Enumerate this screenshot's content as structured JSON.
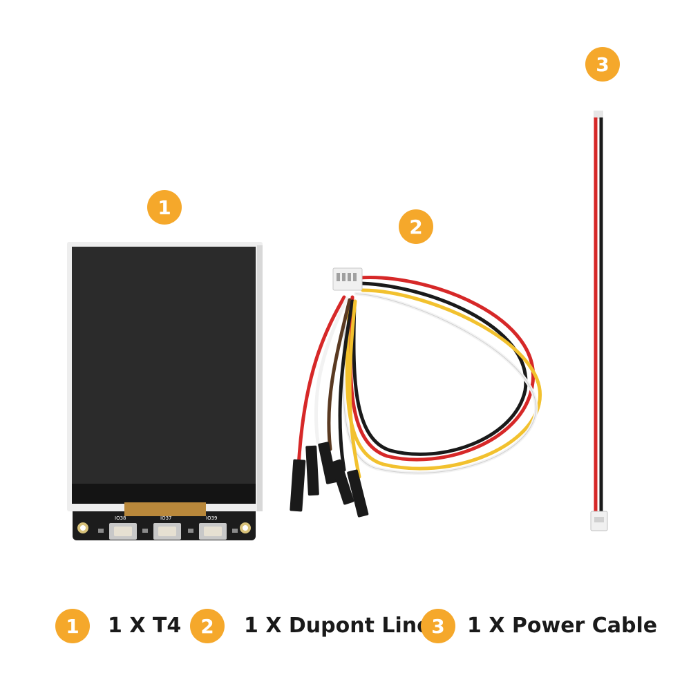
{
  "callouts": {
    "item1": "1",
    "item2": "2",
    "item3": "3"
  },
  "board": {
    "button_labels": [
      "IO38",
      "IO37",
      "IO39"
    ]
  },
  "legend": {
    "items": [
      {
        "number": "1",
        "text": "1 X T4"
      },
      {
        "number": "2",
        "text": "1 X Dupont Line"
      },
      {
        "number": "3",
        "text": "1 X Power Cable"
      }
    ]
  },
  "colors": {
    "accent": "#f5a82b",
    "wire_red": "#d62828",
    "wire_black": "#1a1a1a",
    "wire_yellow": "#f2c12e",
    "wire_brown": "#5a3a22",
    "wire_white": "#f2f2f2"
  }
}
